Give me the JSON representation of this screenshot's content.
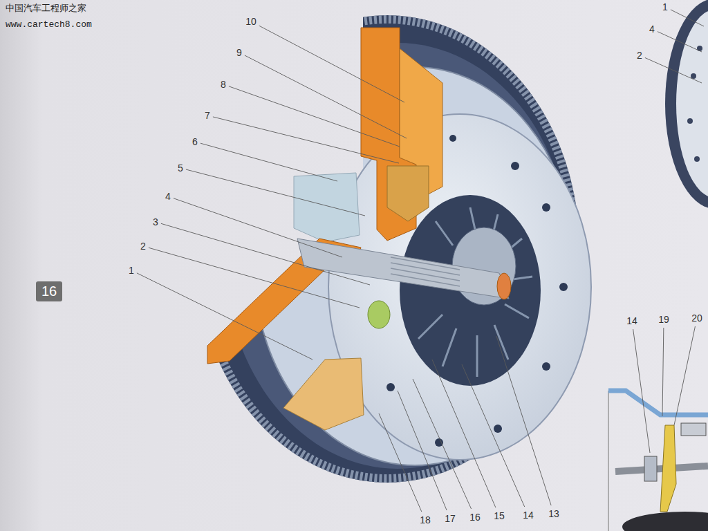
{
  "diagram": {
    "nodes": [
      {
        "text": [
          "16"
        ]
      }
    ],
    "labels": [
      "中国汽车工程师之家",
      "www.cartech8.com",
      "10",
      "9",
      "8",
      "7",
      "6",
      "5",
      "4",
      "3",
      "2",
      "1",
      "18",
      "17",
      "16",
      "15",
      "14",
      "13",
      "14",
      "19",
      "20",
      "1",
      "4",
      "2"
    ]
  }
}
